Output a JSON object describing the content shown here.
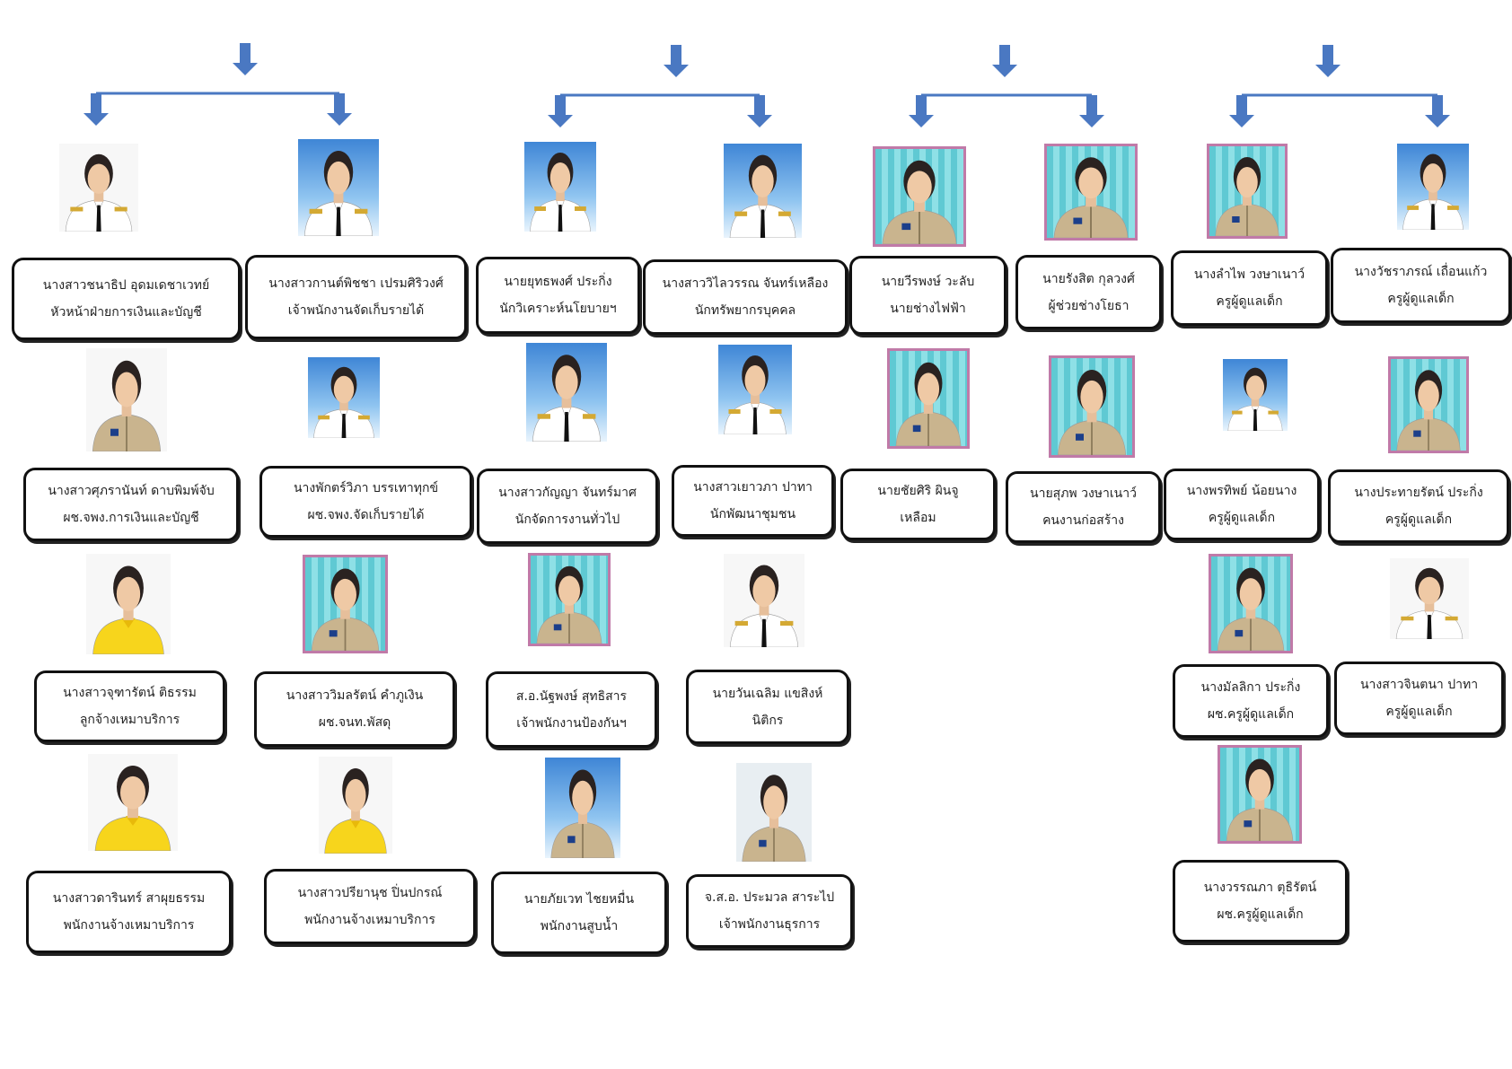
{
  "colors": {
    "arrow": "#4a78c2",
    "connector": "#4a78c2",
    "card_border": "#111111",
    "uniform_white": "#ffffff",
    "uniform_khaki": "#c9b48e",
    "shirt_yellow": "#f7d51c"
  },
  "staff": [
    {
      "name": "นางสาวชนาธิป อุดมเดชาเวทย์",
      "position": "หัวหน้าฝ่ายการเงินและบัญชี",
      "attire": "white-uniform",
      "background": "white"
    },
    {
      "name": "นางสาวกานต์พิชชา เปรมศิริวงศ์",
      "position": "เจ้าพนักงานจัดเก็บรายได้",
      "attire": "white-uniform",
      "background": "studio"
    },
    {
      "name": "นายยุทธพงศ์ ประกิ่ง",
      "position": "นักวิเคราะห์นโยบายฯ",
      "attire": "white-uniform",
      "background": "studio"
    },
    {
      "name": "นางสาววิไลวรรณ จันทร์เหลือง",
      "position": "นักทรัพยากรบุคคล",
      "attire": "white-uniform",
      "background": "studio"
    },
    {
      "name": "นายวีรพงษ์ วะลับ",
      "position": "นายช่างไฟฟ้า",
      "attire": "khaki-uniform",
      "background": "curtain"
    },
    {
      "name": "นายรังสิต กุลวงศ์",
      "position": "ผู้ช่วยช่างโยธา",
      "attire": "khaki-uniform",
      "background": "curtain"
    },
    {
      "name": "นางลำไพ วงษาเนาว์",
      "position": "ครูผู้ดูแลเด็ก",
      "attire": "khaki-uniform",
      "background": "curtain"
    },
    {
      "name": "นางวัชราภรณ์ เถื่อนแก้ว",
      "position": "ครูผู้ดูแลเด็ก",
      "attire": "white-uniform",
      "background": "studio"
    },
    {
      "name": "นางสาวศุภรานันท์ ดาบพิมพ์จับ",
      "position": "ผช.จพง.การเงินและบัญชี",
      "attire": "khaki-uniform",
      "background": "white"
    },
    {
      "name": "นางพักตร์วิภา บรรเทาทุกข์",
      "position": "ผช.จพง.จัดเก็บรายได้",
      "attire": "white-uniform",
      "background": "studio"
    },
    {
      "name": "นางสาวกัญญา จันทร์มาศ",
      "position": "นักจัดการงานทั่วไป",
      "attire": "white-uniform",
      "background": "studio"
    },
    {
      "name": "นางสาวเยาวภา ปาทา",
      "position": "นักพัฒนาชุมชน",
      "attire": "white-uniform",
      "background": "studio"
    },
    {
      "name": "นายชัยศิริ ผินจู",
      "position": "เหลือม",
      "attire": "khaki-uniform",
      "background": "curtain"
    },
    {
      "name": "นายสุภพ วงษาเนาว์",
      "position": "คนงานก่อสร้าง",
      "attire": "khaki-uniform",
      "background": "curtain"
    },
    {
      "name": "นางพรทิพย์ น้อยนาง",
      "position": "ครูผู้ดูแลเด็ก",
      "attire": "white-uniform",
      "background": "studio"
    },
    {
      "name": "นางประทายรัตน์ ประกิ่ง",
      "position": "ครูผู้ดูแลเด็ก",
      "attire": "khaki-uniform",
      "background": "curtain"
    },
    {
      "name": "นางสาวจุฑารัตน์ ติธรรม",
      "position": "ลูกจ้างเหมาบริการ",
      "attire": "yellow-shirt",
      "background": "white"
    },
    {
      "name": "นางสาววิมลรัตน์ คำภูเงิน",
      "position": "ผช.จนท.พัสดุ",
      "attire": "khaki-uniform",
      "background": "curtain"
    },
    {
      "name": "ส.อ.นัฐพงษ์ สุทธิสาร",
      "position": "เจ้าพนักงานป้องกันฯ",
      "attire": "khaki-uniform",
      "background": "curtain"
    },
    {
      "name": "นายวันเฉลิม แขสิงห์",
      "position": "นิติกร",
      "attire": "white-uniform",
      "background": "white"
    },
    {
      "name": "นางมัลลิกา ประกิ่ง",
      "position": "ผช.ครูผู้ดูแลเด็ก",
      "attire": "khaki-uniform",
      "background": "curtain"
    },
    {
      "name": "นางสาวจินตนา ปาทา",
      "position": "ครูผู้ดูแลเด็ก",
      "attire": "white-uniform",
      "background": "white"
    },
    {
      "name": "นางสาวดารินทร์ สาผุยธรรม",
      "position": "พนักงานจ้างเหมาบริการ",
      "attire": "yellow-shirt",
      "background": "white"
    },
    {
      "name": "นางสาวปรียานุช ปิ่นปกรณ์",
      "position": "พนักงานจ้างเหมาบริการ",
      "attire": "yellow-shirt",
      "background": "white"
    },
    {
      "name": "นายภัยเวท ไชยหมื่น",
      "position": "พนักงานสูบน้ำ",
      "attire": "khaki-uniform",
      "background": "studio"
    },
    {
      "name": "จ.ส.อ. ประมวล สาระไป",
      "position": "เจ้าพนักงานธุรการ",
      "attire": "khaki-uniform",
      "background": "plain"
    },
    {
      "name": "นางวรรณภา ตุธิรัตน์",
      "position": "ผช.ครูผู้ดูแลเด็ก",
      "attire": "khaki-uniform",
      "background": "curtain"
    }
  ]
}
